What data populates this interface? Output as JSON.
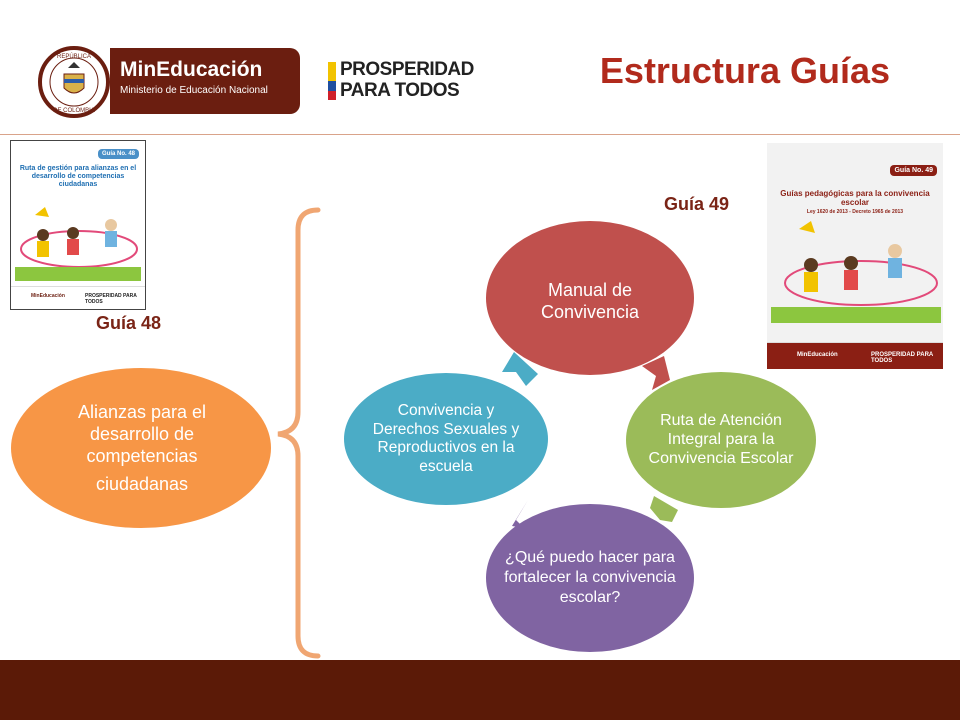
{
  "header": {
    "ministry_logo": {
      "name": "MinEducación",
      "subtitle": "Ministerio de Educación Nacional",
      "seal_top_text": "REPÚBLICA",
      "seal_bottom_text": "DE COLOMBIA"
    },
    "prosperidad_logo": {
      "line1": "PROSPERIDAD",
      "line2": "PARA TODOS"
    },
    "title": "Estructura Guías"
  },
  "covers": {
    "guia48": {
      "tag": "Guía No. 48",
      "title": "Ruta de gestión para alianzas en el desarrollo de competencias ciudadanas",
      "logo_left": "MinEducación",
      "logo_right": "PROSPERIDAD PARA TODOS"
    },
    "guia49": {
      "tag": "Guía No. 49",
      "title": "Guías pedagógicas para la convivencia escolar",
      "subtitle": "Ley 1620 de 2013 - Decreto 1965 de 2013",
      "logo_left": "MinEducación",
      "logo_right": "PROSPERIDAD PARA TODOS"
    }
  },
  "labels": {
    "guia48": "Guía 48",
    "guia49": "Guía 49"
  },
  "diagram": {
    "left_node": {
      "line1": "Alianzas para el desarrollo de competencias",
      "line2": "ciudadanas",
      "color": "#f79646"
    },
    "cycle": [
      {
        "id": "manual",
        "text": "Manual de Convivencia",
        "color": "#c0504d"
      },
      {
        "id": "ruta",
        "text": "Ruta de Atención Integral para la Convivencia Escolar",
        "color": "#9bbb59"
      },
      {
        "id": "que",
        "text": "¿Qué puedo hacer para fortalecer la convivencia escolar?",
        "color": "#8064a2"
      },
      {
        "id": "conv",
        "text": "Convivencia y Derechos Sexuales y Reproductivos en la escuela",
        "color": "#4bacc6"
      }
    ],
    "bracket_color": "#f0a672"
  },
  "colors": {
    "title": "#b12a1c",
    "label": "#7a2416",
    "footer": "#5b1a07",
    "ministry": "#6b1e10"
  }
}
